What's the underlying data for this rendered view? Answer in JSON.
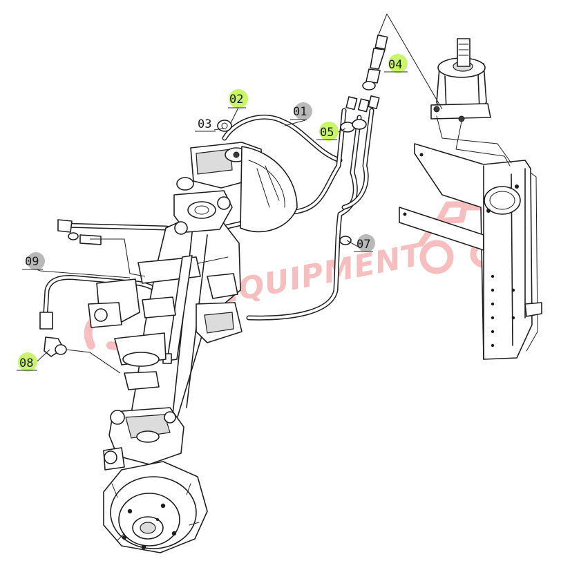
{
  "watermark": {
    "text": "EQUIPMENT",
    "color": "#f08a8a"
  },
  "callouts": [
    {
      "id": "01",
      "highlighted": false
    },
    {
      "id": "02",
      "highlighted": true
    },
    {
      "id": "03",
      "highlighted": false
    },
    {
      "id": "04",
      "highlighted": true
    },
    {
      "id": "05",
      "highlighted": true
    },
    {
      "id": "07",
      "highlighted": false
    },
    {
      "id": "08",
      "highlighted": true
    },
    {
      "id": "09",
      "highlighted": false
    }
  ],
  "colors": {
    "highlight": "#c8f56a",
    "badge": "#b9b9b9",
    "ink": "#1e1e1e",
    "watermark": "#f08a8a"
  }
}
